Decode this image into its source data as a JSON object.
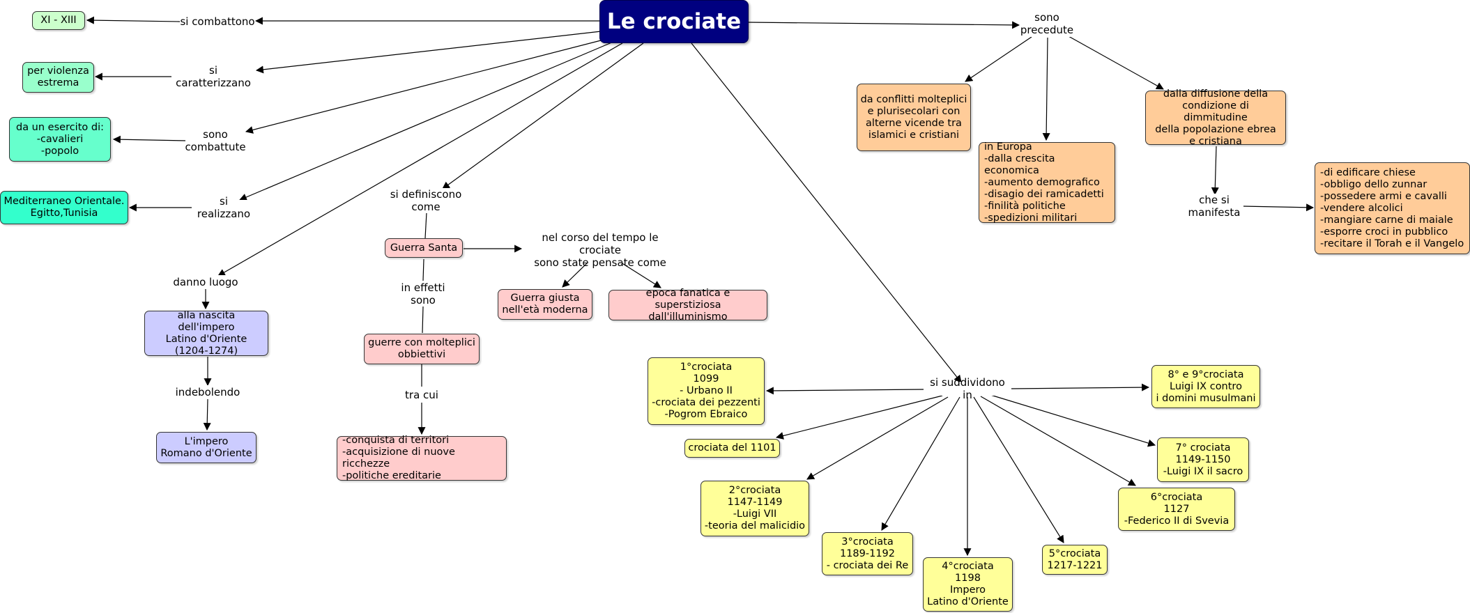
{
  "title": "Le crociate",
  "colors": {
    "title_bg": "#000080",
    "green_light": "#ccffcc",
    "green_mid": "#99ffcc",
    "green_teal": "#66ffcc",
    "green_aqua": "#33ffcc",
    "blue": "#ccccff",
    "pink": "#ffcccc",
    "orange": "#ffcc99",
    "yellow": "#ffff99"
  },
  "left_branch": {
    "label_combattono": "si combattono",
    "period": "XI - XIII",
    "label_caratterizzano": "si caratterizzano",
    "violence": "per violenza\nestrema",
    "label_combattute": "sono\ncombattute",
    "army": "da un esercito di:\n-cavalieri\n-popolo",
    "label_realizzano": "si realizzano",
    "places": "Mediterraneo Orientale.\nEgitto,Tunisia"
  },
  "consequence_branch": {
    "label_danno_luogo": "danno luogo",
    "latin_empire": "alla nascita dell'impero\nLatino d'Oriente\n(1204-1274)",
    "label_indebolendo": "indebolendo",
    "roman_empire": "L'impero\nRomano d'Oriente"
  },
  "definition_branch": {
    "label_definiscono": "si definiscono\ncome",
    "holy_war": "Guerra Santa",
    "label_effetti": "in effetti\nsono",
    "wars_objectives": "guerre con molteplici\nobbiettivi",
    "label_tra_cui": "tra cui",
    "objectives_list": "-conquista di territori\n-acquisizione di nuove ricchezze\n-politiche ereditarie",
    "label_pensate": "nel corso del tempo le crociate\nsono state pensate come",
    "just_war": "Guerra giusta\nnell'età moderna",
    "fanatic_epoch": "epoca fanatica e superstiziosa\ndall'illuminismo"
  },
  "precedents_branch": {
    "label_precedute": "sono\nprecedute",
    "conflicts": "da conflitti molteplici\ne plurisecolari con\nalterne vicende tra\nislamici e cristiani",
    "europe": "in Europa\n-dalla crescita economica\n-aumento demografico\n-disagio dei ramicadetti\n-finilità politiche\n-spedizioni militari",
    "dhimmitude": "dalla diffusione della\ncondizione di dimmitudine\ndella popolazione ebrea\ne cristiana",
    "label_manifesta": "che si\nmanifesta",
    "restrictions": "-di edificare chiese\n-obbligo dello zunnar\n-possedere armi e cavalli\n-vendere alcolici\n-mangiare carne di maiale\n-esporre croci in pubblico\n-recitare il Torah e il Vangelo"
  },
  "subdivision_branch": {
    "label_suddividono": "si suddividono in",
    "crusades": {
      "c1": "1°crociata\n1099\n- Urbano II\n-crociata dei pezzenti\n-Pogrom Ebraico",
      "c1101": "crociata del 1101",
      "c2": "2°crociata\n1147-1149\n-Luigi VII\n-teoria del malicidio",
      "c3": "3°crociata\n1189-1192\n- crociata dei Re",
      "c4": "4°crociata\n1198\nImpero\nLatino d'Oriente",
      "c5": "5°crociata\n1217-1221",
      "c6": "6°crociata\n1127\n-Federico II di Svevia",
      "c7": "7° crociata\n1149-1150\n-Luigi IX il sacro",
      "c89": "8° e 9°crociata\nLuigi IX contro\ni domini musulmani"
    }
  }
}
